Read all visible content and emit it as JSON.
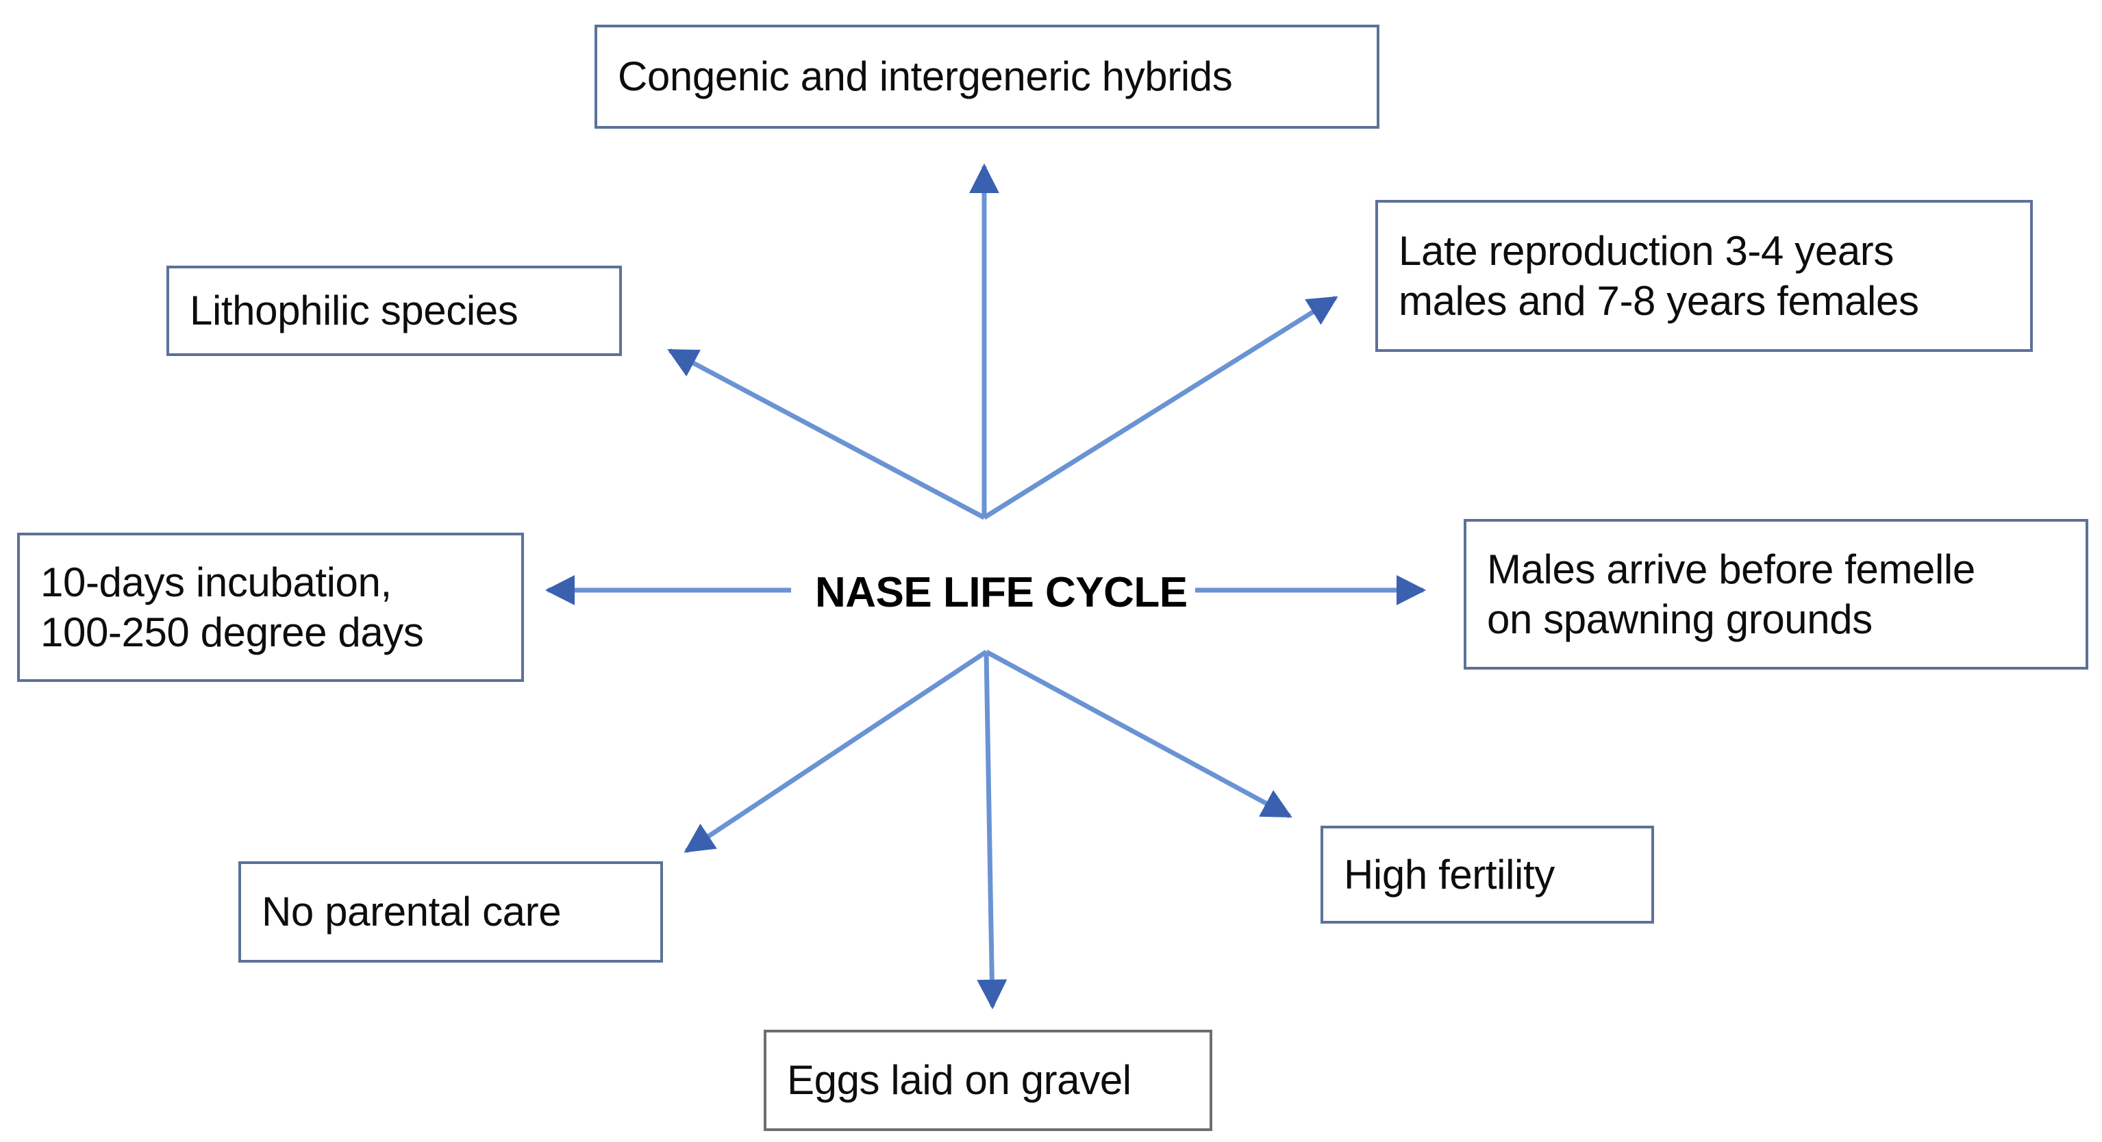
{
  "diagram": {
    "title": "NASE LIFE CYCLE",
    "type": "radial-concept-map",
    "hub_label": "NASE LIFE CYCLE",
    "accent_color": "#4472C4",
    "arrowhead_color": "#3A61B0",
    "box_border_color": "#5B7299",
    "box_border_color_alt": "#6E6E6E",
    "background_color": "#FFFFFF",
    "text_color": "#0D0D0D"
  },
  "nodes": [
    {
      "id": "hybrids",
      "label": "Congenic and intergeneric hybrids",
      "position": "top",
      "border": "blue"
    },
    {
      "id": "late-reproduction",
      "label": "Late reproduction 3-4 years\nmales and 7-8 years females",
      "position": "top-right",
      "border": "blue"
    },
    {
      "id": "lithophilic",
      "label": "Lithophilic species",
      "position": "top-left",
      "border": "blue"
    },
    {
      "id": "incubation",
      "label": "10-days incubation,\n100-250 degree days",
      "position": "left",
      "border": "blue"
    },
    {
      "id": "males-arrive",
      "label": "Males arrive before femelle\non spawning grounds",
      "position": "right",
      "border": "blue"
    },
    {
      "id": "no-parental-care",
      "label": "No parental care",
      "position": "bottom-left",
      "border": "blue"
    },
    {
      "id": "high-fertility",
      "label": "High fertility",
      "position": "bottom-right",
      "border": "blue"
    },
    {
      "id": "eggs-gravel",
      "label": "Eggs laid on gravel",
      "position": "bottom",
      "border": "gray"
    }
  ],
  "connectors": [
    {
      "from": "hub-upper",
      "to": "hybrids",
      "direction": "up"
    },
    {
      "from": "hub-upper",
      "to": "lithophilic",
      "direction": "up-left"
    },
    {
      "from": "hub-upper",
      "to": "late-reproduction",
      "direction": "up-right"
    },
    {
      "from": "hub-center",
      "to": "incubation",
      "direction": "left"
    },
    {
      "from": "hub-center",
      "to": "males-arrive",
      "direction": "right"
    },
    {
      "from": "hub-lower",
      "to": "no-parental-care",
      "direction": "down-left"
    },
    {
      "from": "hub-lower",
      "to": "eggs-gravel",
      "direction": "down"
    },
    {
      "from": "hub-lower",
      "to": "high-fertility",
      "direction": "down-right"
    }
  ]
}
